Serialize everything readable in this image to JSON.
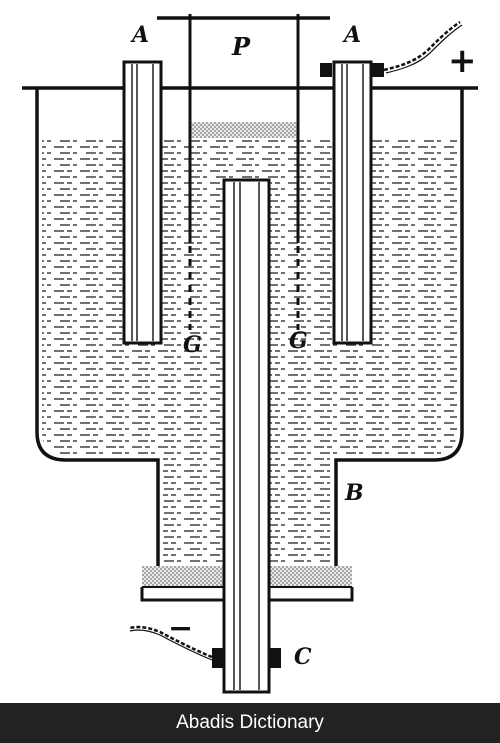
{
  "labels": {
    "anode_left": "A",
    "anode_right": "A",
    "porous_pot": "P",
    "gauze_left": "G",
    "gauze_right": "G",
    "vessel": "B",
    "cathode": "C",
    "positive_sign": "+",
    "negative_sign": "−"
  },
  "footer": {
    "text": "Abadis Dictionary"
  },
  "colors": {
    "ink": "#111111",
    "footer_bg": "#222222",
    "footer_text": "#ffffff"
  }
}
